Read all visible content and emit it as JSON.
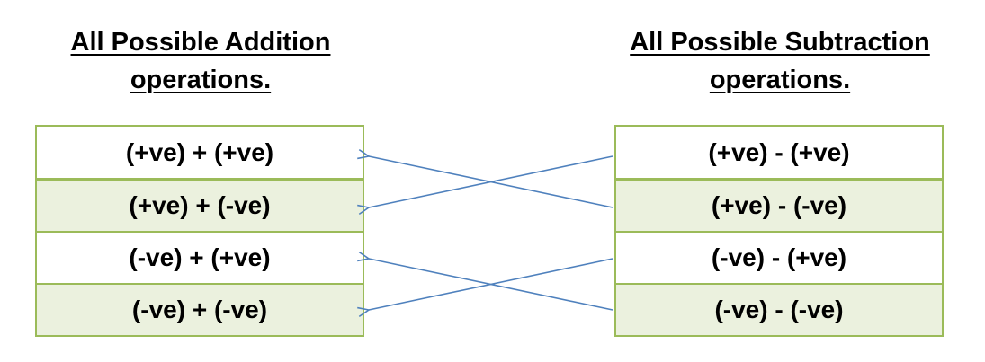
{
  "addition": {
    "heading_line1": "All Possible Addition",
    "heading_line2": "operations.",
    "rows": [
      "(+ve) + (+ve)",
      "(+ve) + (-ve)",
      "(-ve) + (+ve)",
      "(-ve) + (-ve)"
    ]
  },
  "subtraction": {
    "heading_line1": "All Possible Subtraction",
    "heading_line2": "operations.",
    "rows": [
      "(+ve) - (+ve)",
      "(+ve) - (-ve)",
      "(-ve) - (+ve)",
      "(-ve) - (-ve)"
    ]
  },
  "mappings": [
    {
      "from": "(+ve) - (+ve)",
      "to": "(+ve) + (-ve)"
    },
    {
      "from": "(+ve) - (-ve)",
      "to": "(+ve) + (+ve)"
    },
    {
      "from": "(-ve) - (+ve)",
      "to": "(-ve) + (-ve)"
    },
    {
      "from": "(-ve) - (-ve)",
      "to": "(-ve) + (+ve)"
    }
  ],
  "colors": {
    "table_border": "#9bbb59",
    "row_shade": "#ebf1de",
    "arrow": "#4f81bd"
  }
}
